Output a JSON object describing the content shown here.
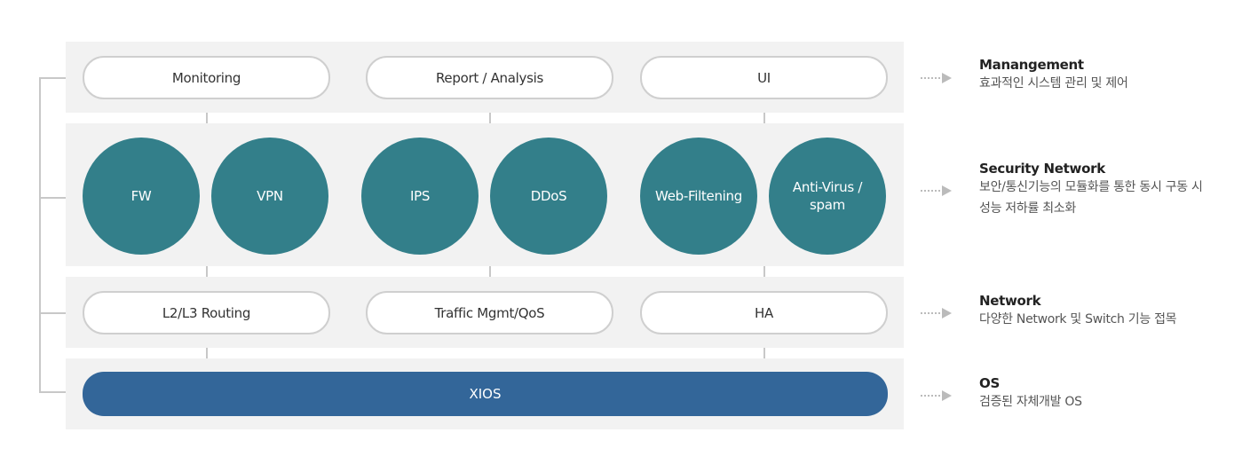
{
  "layers": {
    "management": {
      "items": [
        "Monitoring",
        "Report / Analysis",
        "UI"
      ],
      "title": "Manangement",
      "desc": "효과적인 시스템 관리 및 제어"
    },
    "security": {
      "items": [
        "FW",
        "VPN",
        "IPS",
        "DDoS",
        "Web-Filtening",
        "Anti-Virus /\nspam"
      ],
      "title": "Security Network",
      "desc": "보안/통신기능의 모듈화를 통한 동시 구동 시\n성능 저하률 최소화"
    },
    "network": {
      "items": [
        "L2/L3 Routing",
        "Traffic Mgmt/QoS",
        "HA"
      ],
      "title": "Network",
      "desc": "다양한 Network 및 Switch 기능 접목"
    },
    "os": {
      "item": "XIOS",
      "title": "OS",
      "desc": "검증된 자체개발 OS"
    }
  },
  "colors": {
    "band": "#f2f2f2",
    "security_circle": "#337f8a",
    "os_bar": "#336699",
    "arrow": "#bbbbbb"
  },
  "icons": [
    "dotted-arrow-icon"
  ]
}
